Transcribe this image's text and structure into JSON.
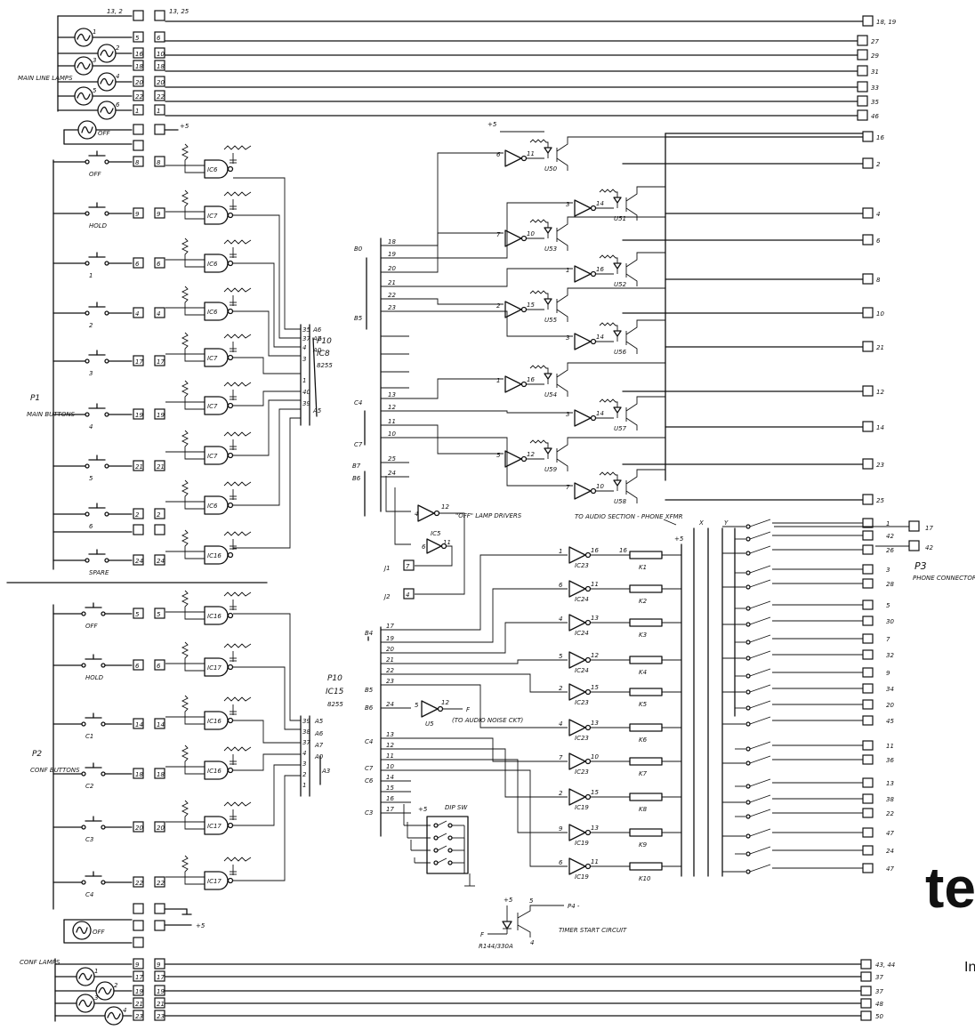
{
  "diagram": {
    "left_labels": {
      "main_line_lamps": "MAIN LINE LAMPS",
      "p1": "P1",
      "main_buttons": "MAIN BUTTONS",
      "p2": "P2",
      "conf_buttons": "CONF BUTTONS",
      "conf_lamps": "CONF LAMPS",
      "off_lamp_top": "OFF",
      "off_lamp_bottom": "OFF",
      "plus5_top": "+5",
      "plus5_bottom": "+5"
    },
    "top_pins": {
      "left": "13, 2",
      "right": "13, 25"
    },
    "main_lamp_pins": [
      "5",
      "16",
      "18",
      "20",
      "22",
      "1"
    ],
    "main_lamp_pins_b": [
      "6",
      "10",
      "18",
      "20",
      "22",
      "1"
    ],
    "main_lamp_nums": [
      "1",
      "2",
      "3",
      "4",
      "5",
      "6"
    ],
    "main_button_labels": [
      "OFF",
      "HOLD",
      "1",
      "2",
      "3",
      "4",
      "5",
      "6",
      "SPARE"
    ],
    "main_button_pins": [
      "8",
      "9",
      "6",
      "4",
      "17",
      "19",
      "21",
      "2",
      "24"
    ],
    "main_gate_labels": [
      "IC6",
      "IC7",
      "IC6",
      "IC6",
      "IC7",
      "IC7",
      "IC7",
      "IC6",
      "IC16"
    ],
    "conf_button_labels": [
      "OFF",
      "HOLD",
      "C1",
      "C2",
      "C3",
      "C4"
    ],
    "conf_button_pins": [
      "5",
      "6",
      "14",
      "18",
      "20",
      "22"
    ],
    "conf_gate_labels": [
      "IC16",
      "IC17",
      "IC16",
      "IC16",
      "IC17",
      "IC17"
    ],
    "conf_lamp_pins": [
      "9",
      "17",
      "19",
      "21",
      "23"
    ],
    "conf_lamp_nums": [
      "1",
      "2",
      "3",
      "4"
    ],
    "p10_top": {
      "p": "P10",
      "ic": "IC8",
      "part": "8255",
      "pins": [
        "35",
        "37",
        "4",
        "3",
        "1",
        "40",
        "39"
      ],
      "ports": [
        "A6",
        "A7",
        "A0",
        "A5"
      ]
    },
    "p10_bottom": {
      "p": "P10",
      "ic": "IC15",
      "part": "8255",
      "pins": [
        "39",
        "38",
        "37",
        "4",
        "3",
        "2",
        "1"
      ],
      "ports": [
        "A5",
        "A6",
        "A7",
        "A0",
        "A3"
      ]
    },
    "driver_labels": [
      "U50",
      "U51",
      "U53",
      "U52",
      "U55",
      "U56",
      "U54",
      "U57",
      "U59",
      "U58"
    ],
    "bus_pins_top": [
      "18",
      "19",
      "20",
      "21",
      "22",
      "23",
      "13",
      "12",
      "11",
      "10",
      "25",
      "24"
    ],
    "bus_ports_top": [
      "B0",
      "B5",
      "C4",
      "C7",
      "B7",
      "B6"
    ],
    "right_outputs_top": [
      "18, 19",
      "27",
      "29",
      "31",
      "33",
      "35",
      "46",
      "16",
      "2",
      "4",
      "6",
      "8",
      "10",
      "21",
      "12",
      "14",
      "23",
      "25"
    ],
    "off_lamp_drivers": "\"OFF\" LAMP DRIVERS",
    "ic5": "IC5",
    "j1": "J1",
    "j2": "J2",
    "audio_note": "TO AUDIO SECTION - PHONE XFMR",
    "relays": [
      "K1",
      "K2",
      "K3",
      "K4",
      "K5",
      "K6",
      "K7",
      "K8",
      "K9",
      "K10"
    ],
    "relay_drivers": [
      "IC23",
      "IC24",
      "IC24",
      "IC24",
      "IC23",
      "IC23",
      "IC23",
      "IC19",
      "IC19",
      "IC19"
    ],
    "bus_pins_bottom": [
      "17",
      "19",
      "20",
      "21",
      "22",
      "23",
      "24",
      "13",
      "12",
      "11",
      "10",
      "14",
      "15",
      "16",
      "17"
    ],
    "bus_ports_bottom": [
      "B4",
      "B5",
      "B6",
      "C4",
      "C7",
      "C6",
      "C3"
    ],
    "u5": "U5",
    "to_audio_noise": "(TO AUDIO NOISE CKT)",
    "dip": "DIP SW",
    "timer": "TIMER START CIRCUIT",
    "resistor": "R144/330A",
    "p4": "P4 -",
    "p3": "P3",
    "phone_connector": "PHONE CONNECTOR",
    "p3_pins": [
      "17",
      "1",
      "42",
      "26",
      "3",
      "28",
      "5",
      "30",
      "7",
      "32",
      "9",
      "34",
      "20",
      "45",
      "11",
      "36",
      "13",
      "38",
      "22",
      "47",
      "24",
      "47"
    ],
    "conf_outputs": [
      "43, 44",
      "37",
      "37",
      "48",
      "50"
    ],
    "xy": [
      "X",
      "Y"
    ],
    "plus5_relay": "+5"
  },
  "brand": {
    "name": "te",
    "sub": "In"
  }
}
